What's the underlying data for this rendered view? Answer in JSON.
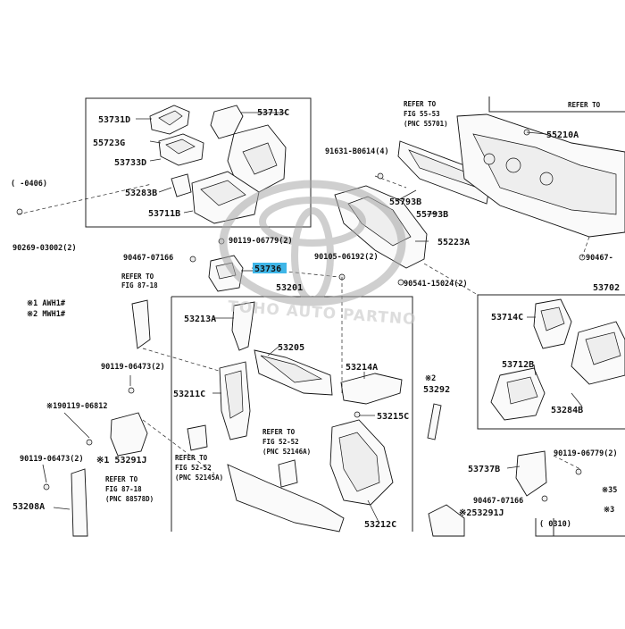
{
  "highlight_color": "#3fb6e8",
  "watermark": {
    "text": "TOHO AUTO PARTNO",
    "logo": "toyota-emblem"
  },
  "labels": {
    "p53731D": "53731D",
    "p53713C": "53713C",
    "p55723G": "55723G",
    "p53733D": "53733D",
    "p53283B": "53283B",
    "p53711B": "53711B",
    "p0406": "(    -0406)",
    "p90269": "90269-03002(2)",
    "p90467a": "90467-07166",
    "p90119a": "90119-06779(2)",
    "p53736": "53736",
    "p90105": "90105-06192(2)",
    "p90541": "90541-15024(2)",
    "p53201": "53201",
    "refA1": "REFER TO",
    "refA2": "FIG 87-18",
    "legend1": "※1 AWH1#",
    "legend2": "※2 MWH1#",
    "p53213A": "53213A",
    "p53205": "53205",
    "p53214A": "53214A",
    "p90119b": "90119-06473(2)",
    "p53211C": "53211C",
    "p53292": "53292",
    "p53292mark": "※2",
    "p90119c": "※190119-06812",
    "p53215C": "53215C",
    "refB1": "REFER TO",
    "refB2": "FIG 52-52",
    "refB3": "(PNC 52146A)",
    "p90119d": "90119-06473(2)",
    "p53291J": "※1 53291J",
    "refC1": "REFER TO",
    "refC2": "FIG 52-52",
    "refC3": "(PNC 52145A)",
    "refD1": "REFER TO",
    "refD2": "FIG 87-18",
    "refD3": "(PNC 88578D)",
    "p53208A": "53208A",
    "p53212C": "53212C",
    "p253291J": "※253291J",
    "refE1": "REFER TO",
    "refE2": "FIG 55-53",
    "refE3": "(PNC 55701)",
    "p55210A": "55210A",
    "refF": "REFER TO",
    "p91631": "91631-B0614(4)",
    "p55793Ba": "55793B",
    "p55793Bb": "55793B",
    "p55223A": "55223A",
    "p90467b": "90467-",
    "p53702": "53702",
    "p53714C": "53714C",
    "p53712B": "53712B",
    "p53284B": "53284B",
    "p90119e": "90119-06779(2)",
    "p53737B": "53737B",
    "p90467c": "90467-07166",
    "p35": "※35",
    "p3": "※3",
    "p0310": "(        0310)"
  }
}
